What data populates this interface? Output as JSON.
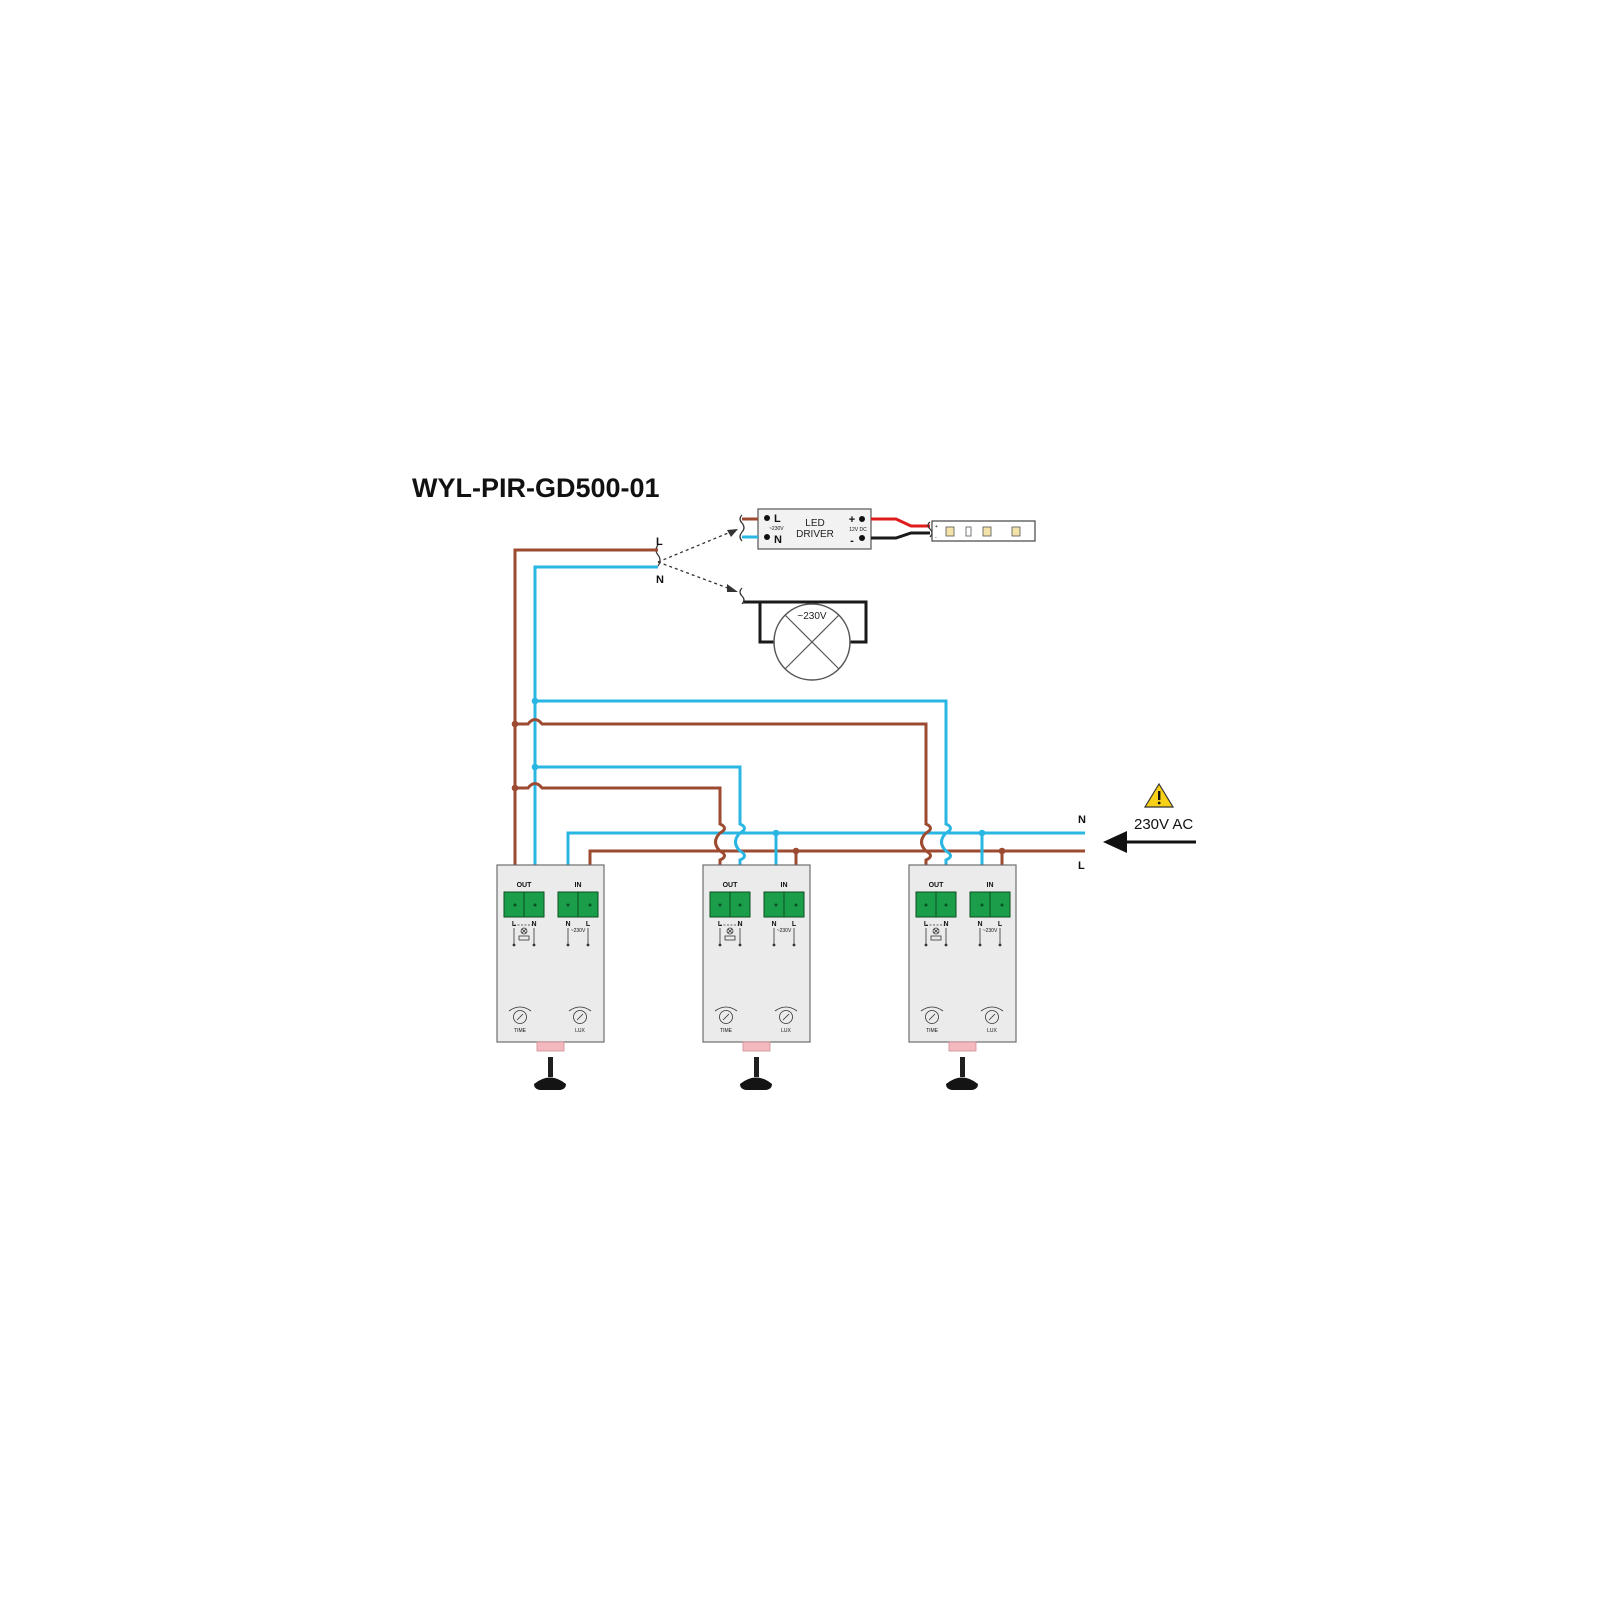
{
  "title": "WYL-PIR-GD500-01",
  "colors": {
    "live_wire": "#9c4a30",
    "neutral_wire": "#29b6e3",
    "terminal_green": "#1a9e4a",
    "sensor_body": "#ebebeb",
    "sensor_lens": "#f3b9bf",
    "warning": "#f7d117"
  },
  "supply": {
    "label": "230V AC",
    "n_label": "N",
    "l_label": "L",
    "warning_icon": "warning-triangle-icon",
    "arrow_icon": "arrow-left-icon"
  },
  "load_output": {
    "l_label": "L",
    "n_label": "N"
  },
  "led_driver": {
    "l_label": "L",
    "n_label": "N",
    "input_note": "~230V",
    "title_line1": "LED",
    "title_line2": "DRIVER",
    "plus_label": "+",
    "minus_label": "-",
    "output_note": "12V DC"
  },
  "led_strip": {
    "plus_label": "+",
    "minus_label": "-"
  },
  "lamp": {
    "label": "~230V",
    "icon": "lamp-icon"
  },
  "sensors": [
    {
      "out_label": "OUT",
      "in_label": "IN",
      "out_l": "L",
      "out_n": "N",
      "in_n": "N",
      "in_l": "L",
      "supply_note": "~230V",
      "time_label": "TIME",
      "lux_label": "LUX"
    },
    {
      "out_label": "OUT",
      "in_label": "IN",
      "out_l": "L",
      "out_n": "N",
      "in_n": "N",
      "in_l": "L",
      "supply_note": "~230V",
      "time_label": "TIME",
      "lux_label": "LUX"
    },
    {
      "out_label": "OUT",
      "in_label": "IN",
      "out_l": "L",
      "out_n": "N",
      "in_n": "N",
      "in_l": "L",
      "supply_note": "~230V",
      "time_label": "TIME",
      "lux_label": "LUX"
    }
  ]
}
